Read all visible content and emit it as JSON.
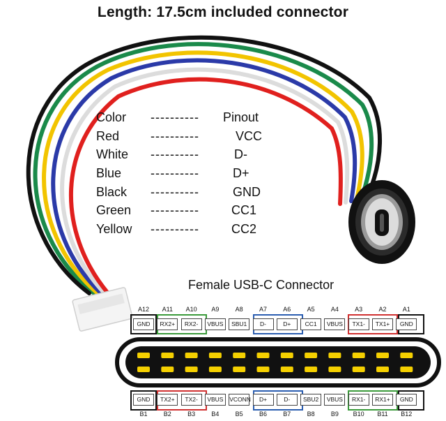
{
  "title": "Length: 17.5cm included connector",
  "pinout_table": {
    "header": {
      "color": "Color",
      "dashes": "----------",
      "pin": "Pinout"
    },
    "rows": [
      {
        "color": "Red",
        "dashes": "----------",
        "pin": "VCC"
      },
      {
        "color": "White",
        "dashes": "----------",
        "pin": "D-"
      },
      {
        "color": "Blue",
        "dashes": "----------",
        "pin": "D+"
      },
      {
        "color": "Black",
        "dashes": "----------",
        "pin": "GND"
      },
      {
        "color": "Green",
        "dashes": "----------",
        "pin": "CC1"
      },
      {
        "color": "Yellow",
        "dashes": "----------",
        "pin": "CC2"
      }
    ]
  },
  "usb_c": {
    "title": "Female USB-C Connector",
    "top_row": [
      {
        "id": "A12",
        "label": "GND"
      },
      {
        "id": "A11",
        "label": "RX2+"
      },
      {
        "id": "A10",
        "label": "RX2-"
      },
      {
        "id": "A9",
        "label": "VBUS"
      },
      {
        "id": "A8",
        "label": "SBU1"
      },
      {
        "id": "A7",
        "label": "D-"
      },
      {
        "id": "A6",
        "label": "D+"
      },
      {
        "id": "A5",
        "label": "CC1"
      },
      {
        "id": "A4",
        "label": "VBUS"
      },
      {
        "id": "A3",
        "label": "TX1-"
      },
      {
        "id": "A2",
        "label": "TX1+"
      },
      {
        "id": "A1",
        "label": "GND"
      }
    ],
    "bottom_row": [
      {
        "id": "B1",
        "label": "GND"
      },
      {
        "id": "B2",
        "label": "TX2+"
      },
      {
        "id": "B3",
        "label": "TX2-"
      },
      {
        "id": "B4",
        "label": "VBUS"
      },
      {
        "id": "B5",
        "label": "VCONN"
      },
      {
        "id": "B6",
        "label": "D+"
      },
      {
        "id": "B7",
        "label": "D-"
      },
      {
        "id": "B8",
        "label": "SBU2"
      },
      {
        "id": "B9",
        "label": "VBUS"
      },
      {
        "id": "B10",
        "label": "RX1-"
      },
      {
        "id": "B11",
        "label": "RX1+"
      },
      {
        "id": "B12",
        "label": "GND"
      }
    ],
    "group_colors": {
      "gnd": "#111111",
      "rx_tx_2": "#3a9a3a",
      "tx_2_red": "#d03030",
      "data": "#2a5db0"
    }
  },
  "wire_colors": {
    "red": "#e0201e",
    "white": "#f2f2f2",
    "blue": "#2b3aa8",
    "black": "#111111",
    "green": "#1a8a4a",
    "yellow": "#f2c400"
  }
}
